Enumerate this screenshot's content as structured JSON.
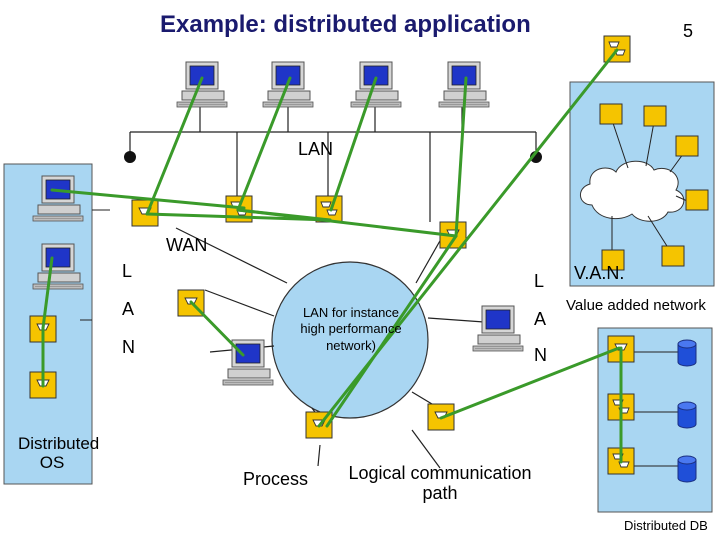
{
  "title": "Example: distributed application",
  "page_number": "5",
  "labels": {
    "lan_top": "LAN",
    "wan": "WAN",
    "left_l": "L",
    "left_a": "A",
    "left_n": "N",
    "right_l": "L",
    "right_a": "A",
    "right_n": "N",
    "van": "V.A.N.",
    "van_desc": "Value added network",
    "center_lan": "LAN for instance high performance network)",
    "distributed_os": "Distributed OS",
    "process": "Process",
    "logical_path": "Logical communication path",
    "distributed_db": "Distributed DB"
  },
  "colors": {
    "node_fill": "#f5c400",
    "link_green": "#3a9a2a",
    "panel_fill": "#a9d6f2",
    "center_circle": "#a9d6f2",
    "db_fill": "#1f4fd8",
    "title_color": "#1a1a6e"
  },
  "icons": [
    "workstation-icon",
    "process-node-icon",
    "database-icon",
    "cloud-icon",
    "bus-terminator-icon"
  ]
}
